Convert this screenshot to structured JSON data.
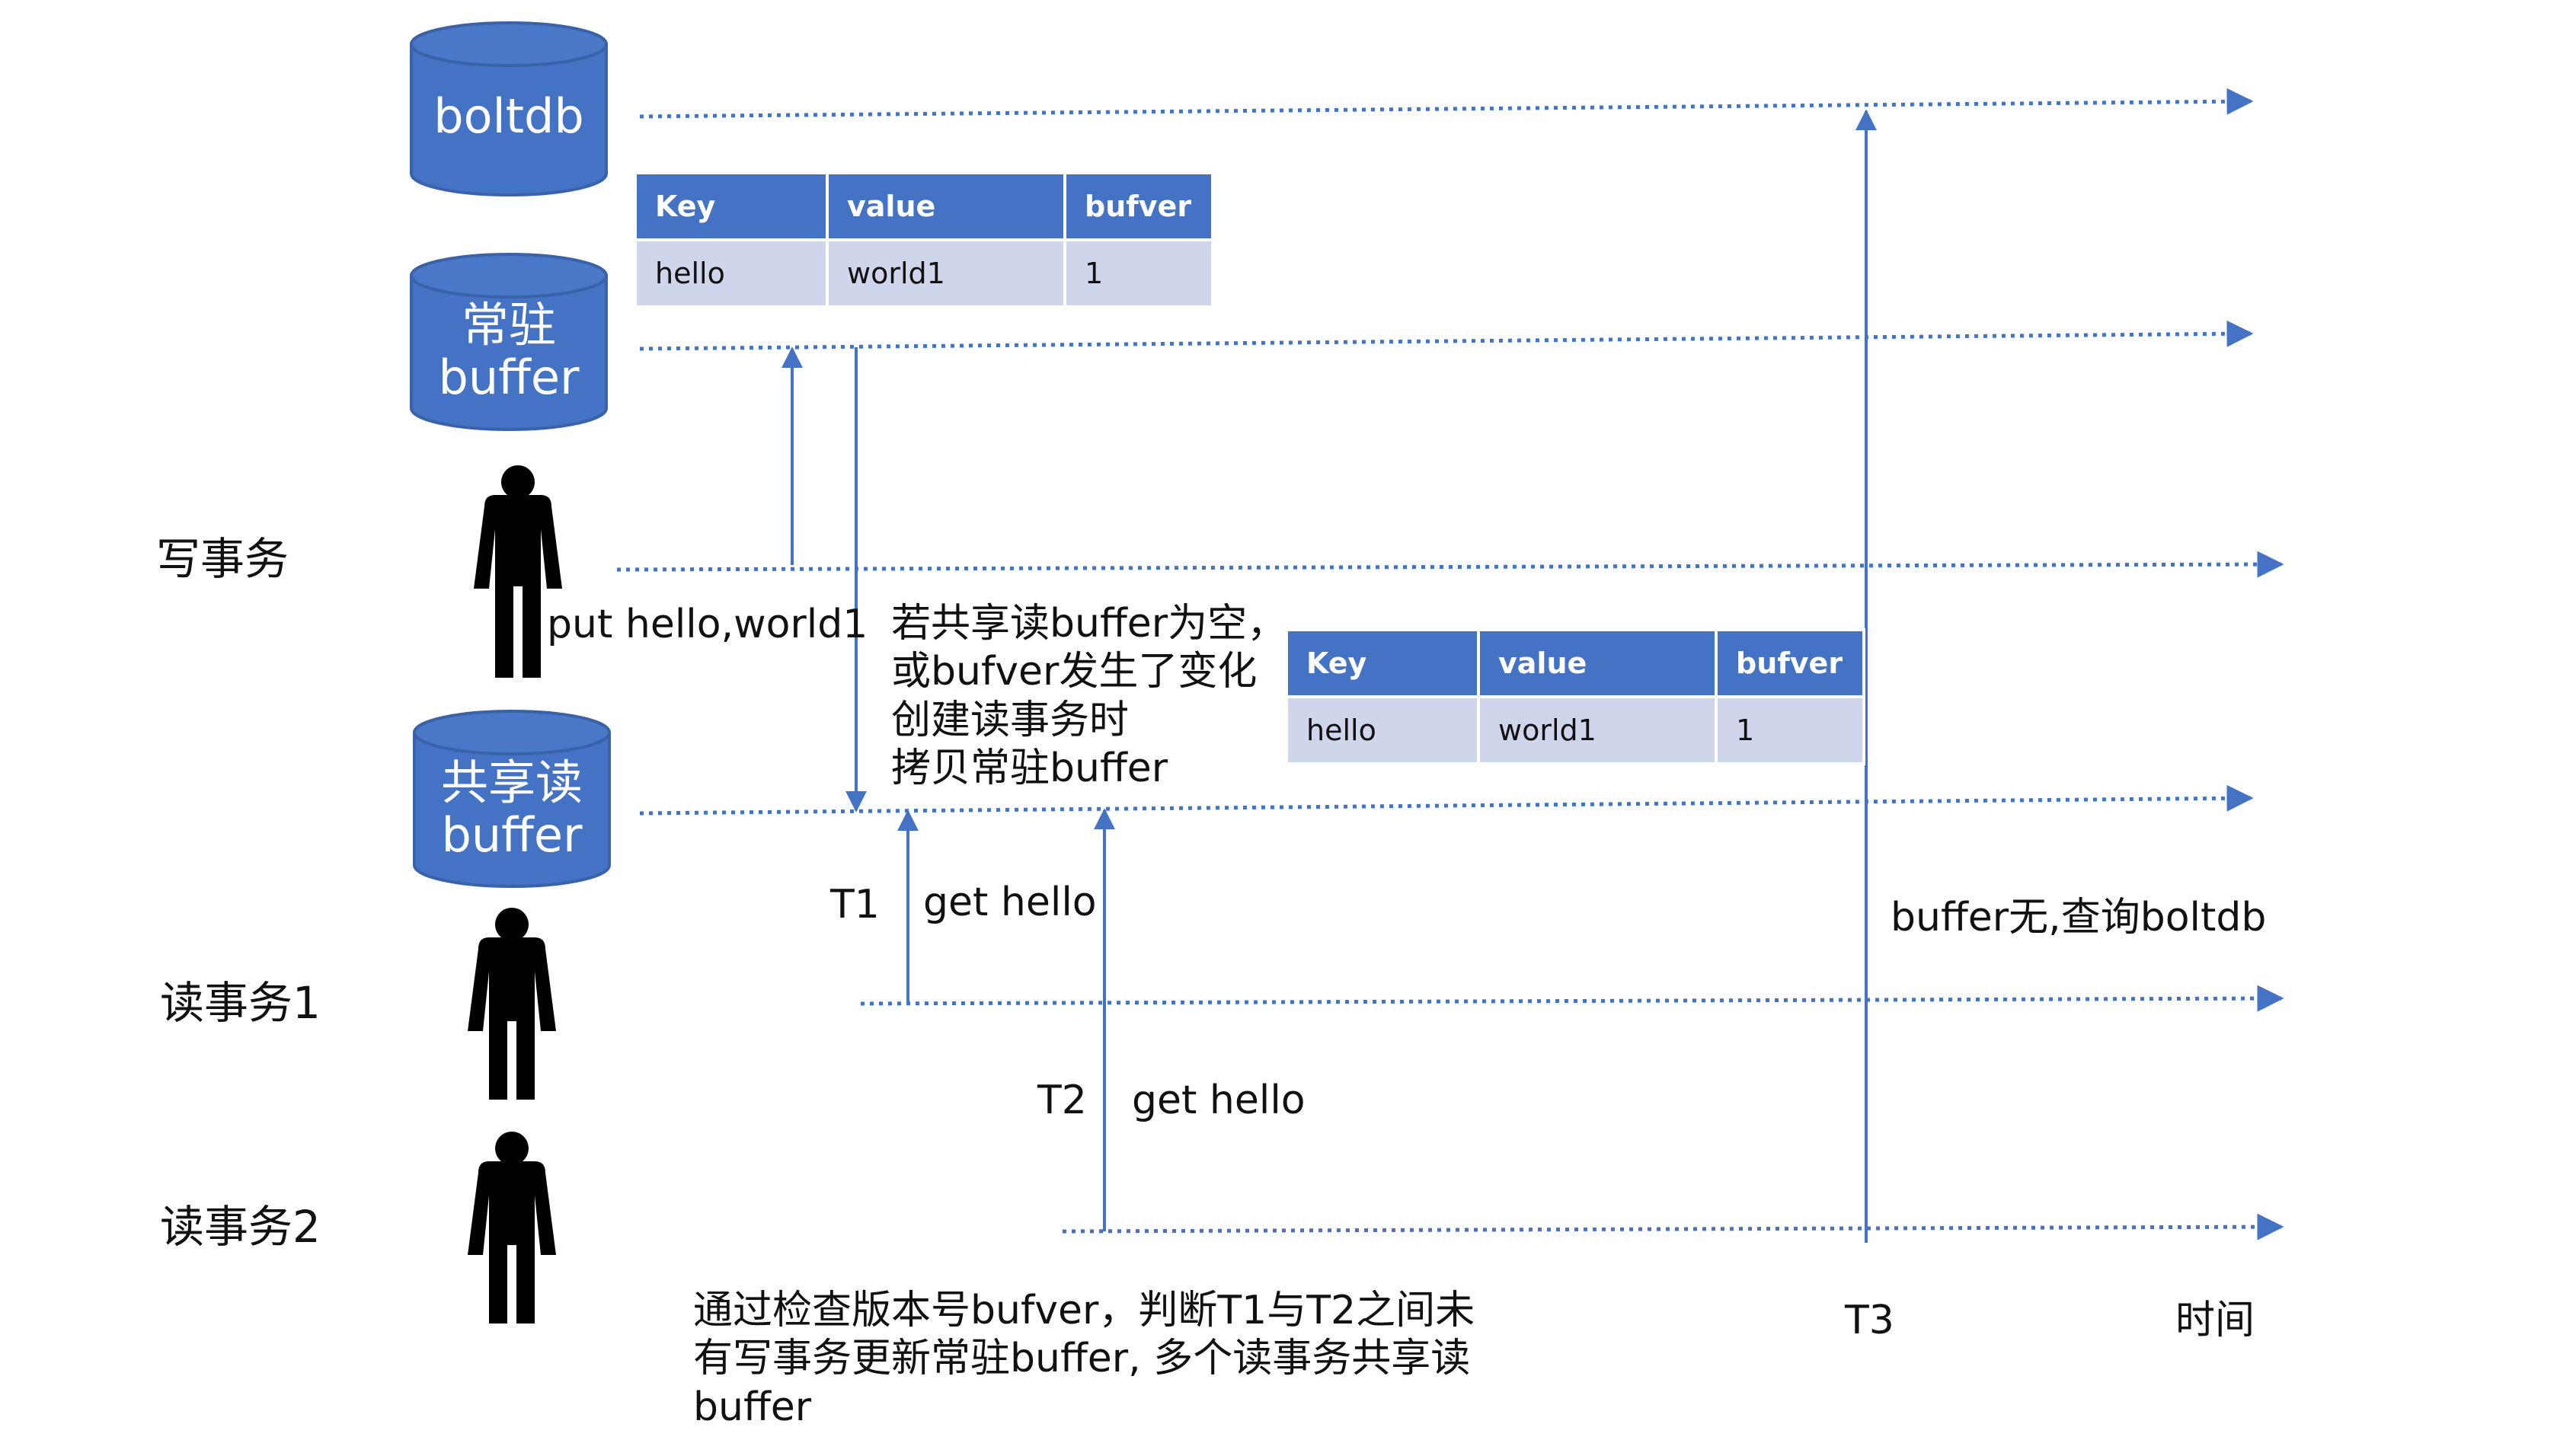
{
  "colors": {
    "accent": "#4472C4",
    "db_fill": "#4472C4",
    "db_stroke": "#3A62A8",
    "table_header": "#4472C4",
    "table_cell": "#CFD5EA",
    "line": "#4472C4"
  },
  "databases": {
    "boltdb": {
      "label": "boltdb"
    },
    "resident": {
      "line1": "常驻",
      "line2": "buffer"
    },
    "shared": {
      "line1": "共享读",
      "line2": "buffer"
    }
  },
  "rows": {
    "write": "写事务",
    "read1": "读事务1",
    "read2": "读事务2"
  },
  "icons": {
    "person": "person-icon",
    "database": "database-icon"
  },
  "table1": {
    "headers": [
      "Key",
      "value",
      "bufver"
    ],
    "row": [
      "hello",
      "world1",
      "1"
    ]
  },
  "table2": {
    "headers": [
      "Key",
      "value",
      "bufver"
    ],
    "row": [
      "hello",
      "world1",
      "1"
    ]
  },
  "labels": {
    "put": "put hello,world1",
    "copy_note": [
      "若共享读buffer为空，",
      "或bufver发生了变化",
      "创建读事务时",
      "拷贝常驻buffer"
    ],
    "t1": "T1",
    "get1": "get hello",
    "t2": "T2",
    "get2": "get hello",
    "buffer_miss": "buffer无,查询boltdb",
    "t3": "T3",
    "time": "时间",
    "bottom_note": [
      "通过检查版本号bufver，判断T1与T2之间未",
      "有写事务更新常驻buffer, 多个读事务共享读",
      "buffer"
    ]
  }
}
